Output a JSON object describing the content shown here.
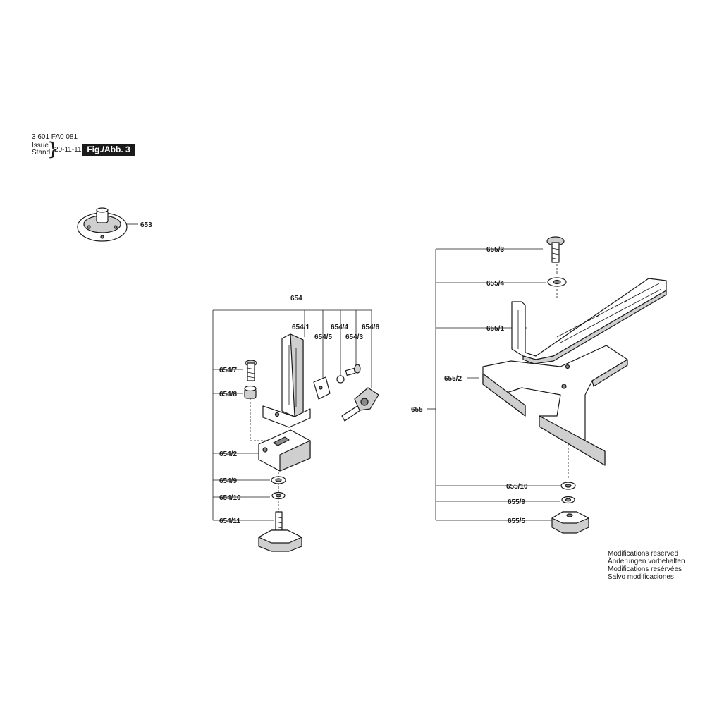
{
  "header": {
    "part_number": "3 601 FA0 081",
    "issue_label": "Issue",
    "stand_label": "Stand",
    "brace": "}",
    "date": "20-11-11",
    "figure": "Fig./Abb. 3"
  },
  "labels": {
    "p653": "653",
    "p654": "654",
    "p654_1": "654/1",
    "p654_2": "654/2",
    "p654_3": "654/3",
    "p654_4": "654/4",
    "p654_5": "654/5",
    "p654_6": "654/6",
    "p654_7": "654/7",
    "p654_8": "654/8",
    "p654_9": "654/9",
    "p654_10": "654/10",
    "p654_11": "654/11",
    "p655": "655",
    "p655_1": "655/1",
    "p655_2": "655/2",
    "p655_3": "655/3",
    "p655_4": "655/4",
    "p655_5": "655/5",
    "p655_9": "655/9",
    "p655_10": "655/10"
  },
  "notes": [
    "Modifications reserved",
    "Änderungen vorbehalten",
    "Modifications resérvées",
    "Salvo modificaciones"
  ]
}
